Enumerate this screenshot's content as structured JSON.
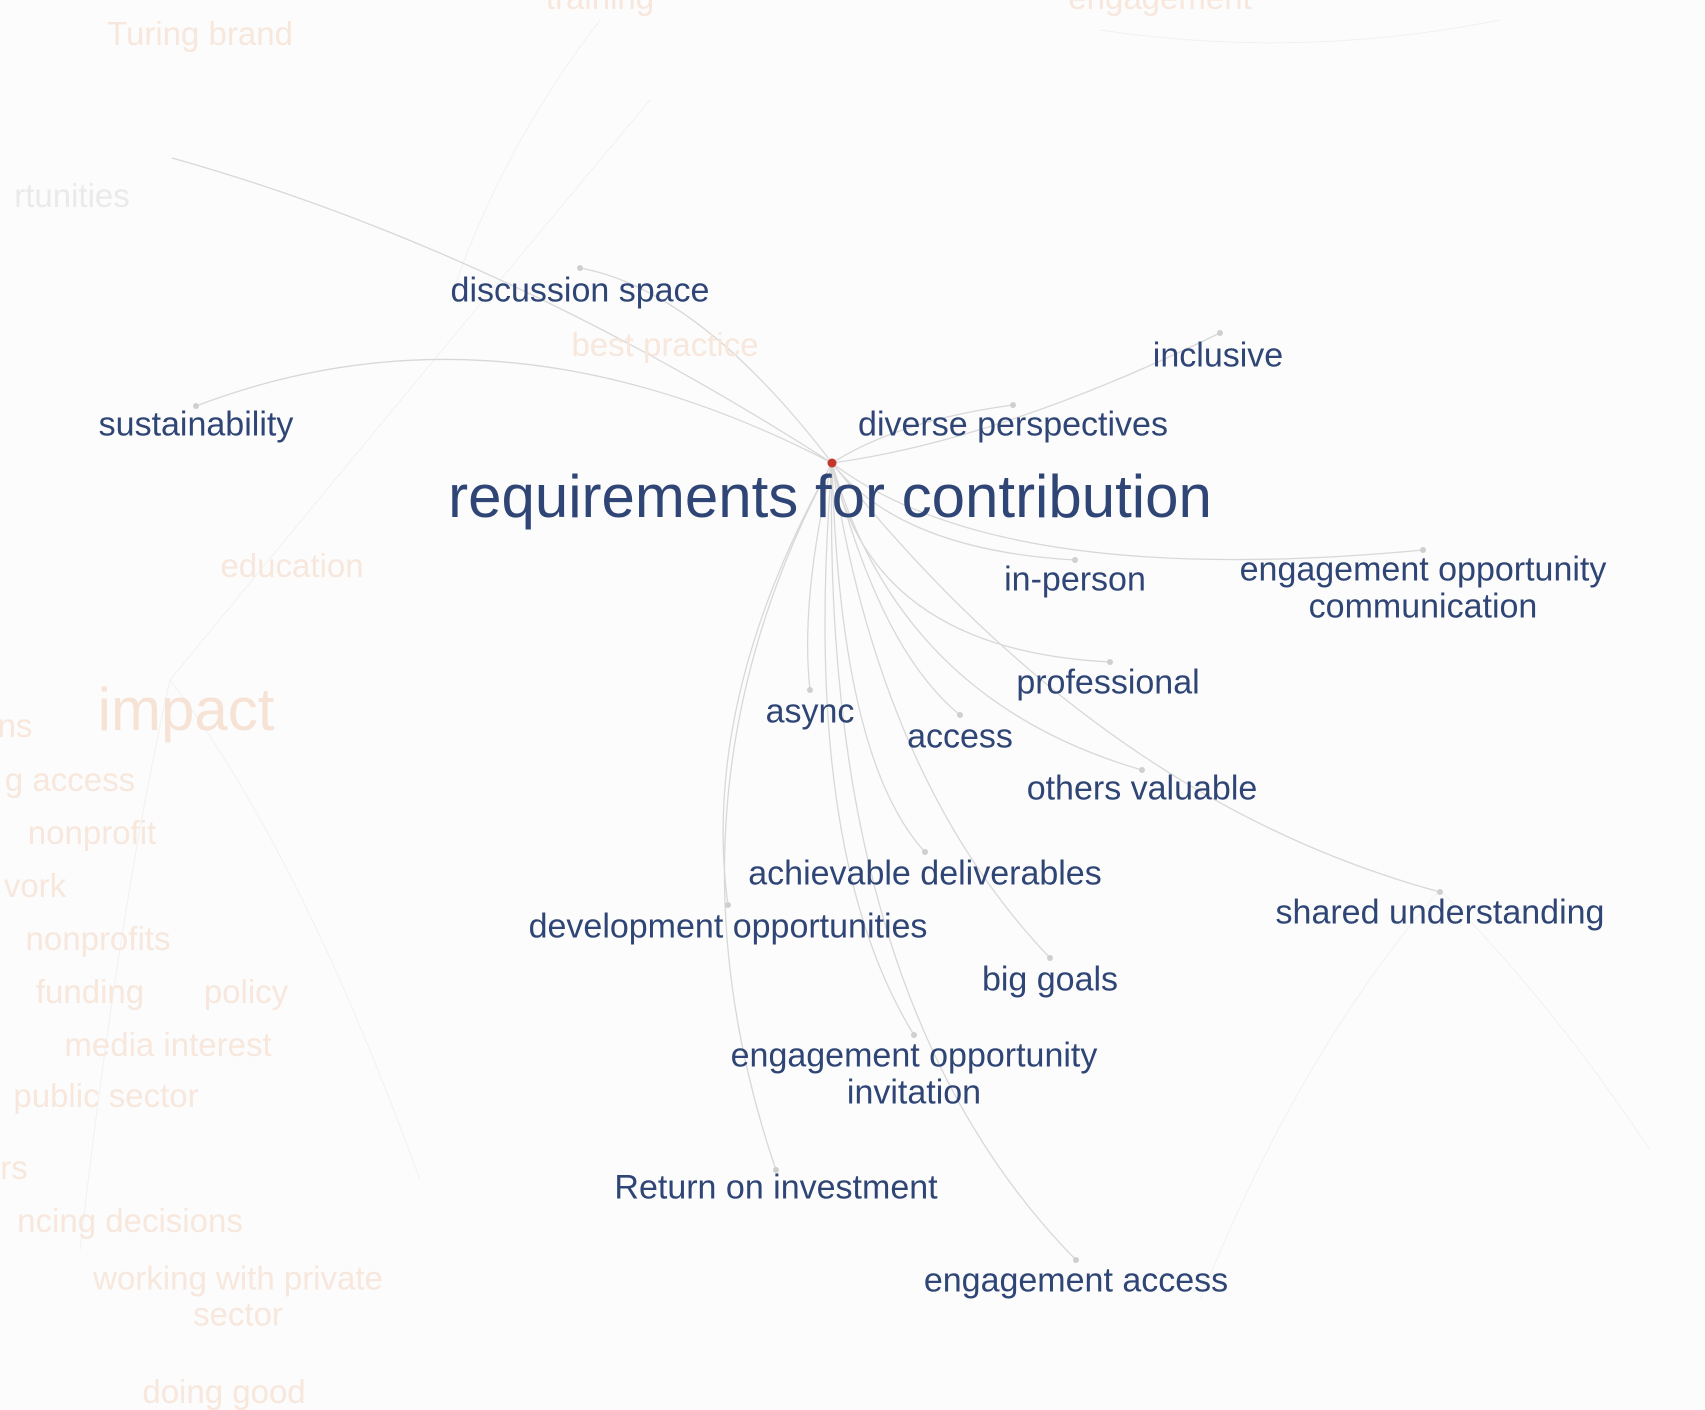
{
  "graph": {
    "hub": {
      "id": "requirements",
      "label": "requirements for contribution",
      "dot_color": "#c0392b"
    },
    "connected_nodes": [
      {
        "id": "discussion-space",
        "label": "discussion space"
      },
      {
        "id": "sustainability",
        "label": "sustainability"
      },
      {
        "id": "inclusive",
        "label": "inclusive"
      },
      {
        "id": "diverse-perspectives",
        "label": "diverse perspectives"
      },
      {
        "id": "in-person",
        "label": "in-person"
      },
      {
        "id": "engagement-opportunity-communication",
        "label": "engagement opportunity",
        "label2": "communication"
      },
      {
        "id": "professional",
        "label": "professional"
      },
      {
        "id": "async",
        "label": "async"
      },
      {
        "id": "access",
        "label": "access"
      },
      {
        "id": "others-valuable",
        "label": "others valuable"
      },
      {
        "id": "achievable-deliverables",
        "label": "achievable deliverables"
      },
      {
        "id": "development-opportunities",
        "label": "development opportunities"
      },
      {
        "id": "shared-understanding",
        "label": "shared understanding"
      },
      {
        "id": "big-goals",
        "label": "big goals"
      },
      {
        "id": "engagement-opportunity-invitation",
        "label": "engagement opportunity",
        "label2": "invitation"
      },
      {
        "id": "return-on-investment",
        "label": "Return on investment"
      },
      {
        "id": "engagement-access",
        "label": "engagement access"
      }
    ],
    "background_nodes": [
      {
        "id": "turing-brand",
        "label": "Turing brand"
      },
      {
        "id": "opportunities",
        "label": "rtunities"
      },
      {
        "id": "best-practice",
        "label": "best practice"
      },
      {
        "id": "education",
        "label": "education"
      },
      {
        "id": "impact",
        "label": "impact"
      },
      {
        "id": "ns",
        "label": "ns"
      },
      {
        "id": "g-access",
        "label": "g access"
      },
      {
        "id": "nonprofit",
        "label": "nonprofit"
      },
      {
        "id": "work",
        "label": "vork"
      },
      {
        "id": "nonprofits",
        "label": "nonprofits"
      },
      {
        "id": "funding",
        "label": "funding"
      },
      {
        "id": "policy",
        "label": "policy"
      },
      {
        "id": "media-interest",
        "label": "media interest"
      },
      {
        "id": "public-sector",
        "label": "public sector"
      },
      {
        "id": "rs",
        "label": "rs"
      },
      {
        "id": "influencing-decisions",
        "label": "ncing decisions"
      },
      {
        "id": "working-with-private-sector",
        "label": "working with private",
        "label2": "sector"
      },
      {
        "id": "doing-good",
        "label": "doing good"
      },
      {
        "id": "training",
        "label": "training"
      },
      {
        "id": "engagement",
        "label": "engagement"
      }
    ],
    "colors": {
      "label": "#2f4575",
      "edge": "#d9d9d9",
      "faded_label": "#f7e7dc"
    }
  }
}
